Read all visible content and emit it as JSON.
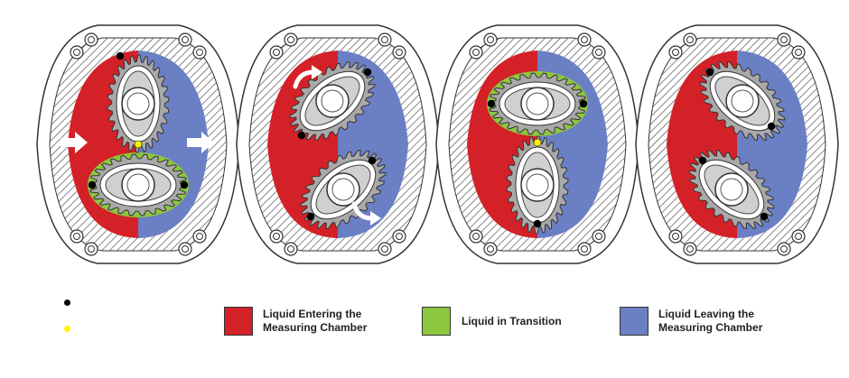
{
  "colors": {
    "entering": "#d42127",
    "transition": "#8dc63f",
    "leaving": "#6b7fc4",
    "housing_fill": "#ffffff",
    "housing_stroke": "#333333",
    "gear_fill": "#a9a9a9",
    "pivot_black": "#000000",
    "pivot_yellow": "#fff200",
    "arrow": "#ffffff"
  },
  "icons": {
    "flow_arrow": "right-arrow-icon",
    "rotation_arrow": "curved-arrow-icon",
    "bolt": "bolt-icon",
    "gear": "oval-gear-icon"
  },
  "stages": [
    {
      "gears": "horizontal-vertical",
      "left": "entering",
      "right": "leaving",
      "pocket": "transition",
      "pocket_side": "bottom"
    },
    {
      "gears": "diagonal",
      "left": "entering",
      "right": "leaving",
      "rotation_arrows": true
    },
    {
      "gears": "vertical-horizontal",
      "left": "entering",
      "right": "leaving",
      "pocket": "transition",
      "pocket_side": "top"
    },
    {
      "gears": "diagonal-reverse",
      "left": "entering",
      "right": "leaving"
    }
  ],
  "legend": {
    "key_dots": [
      "black",
      "yellow"
    ],
    "items": [
      {
        "key": "entering",
        "label": "Liquid Entering the\nMeasuring Chamber"
      },
      {
        "key": "transition",
        "label": "Liquid in Transition"
      },
      {
        "key": "leaving",
        "label": "Liquid Leaving the\nMeasuring Chamber"
      }
    ]
  }
}
